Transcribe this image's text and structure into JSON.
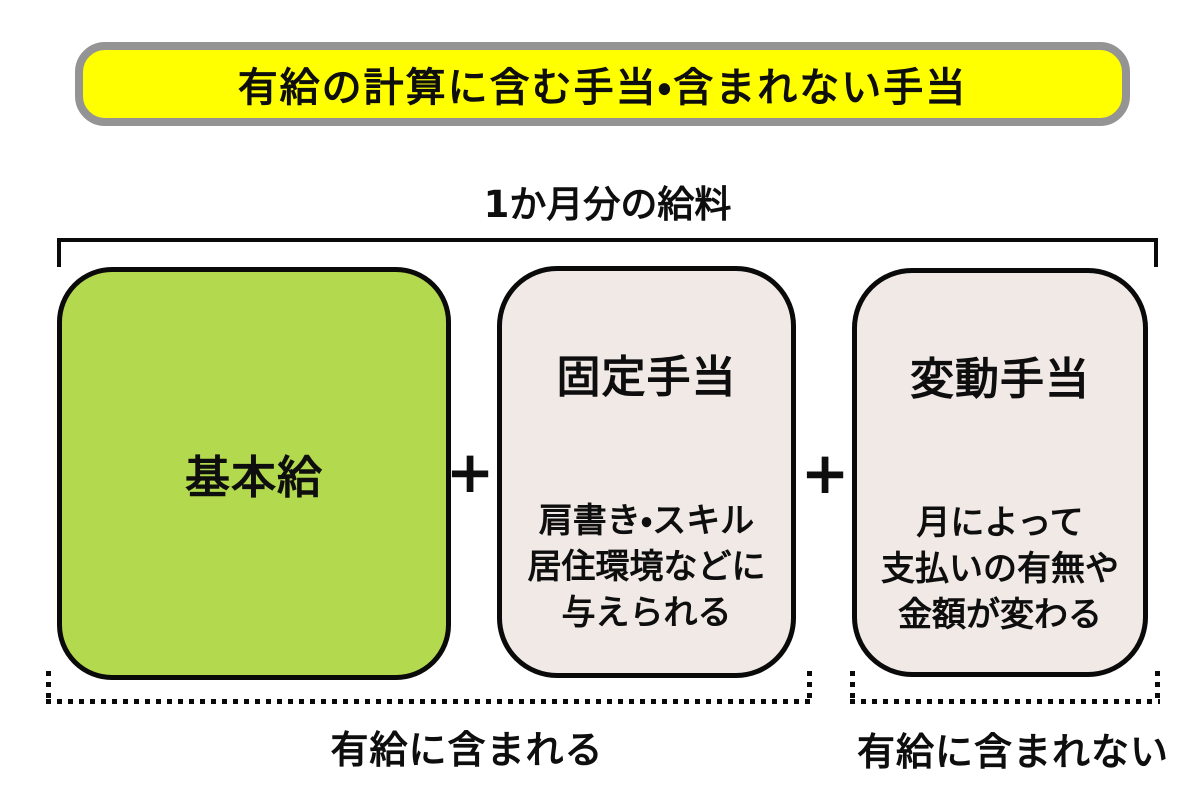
{
  "title": "有給の計算に含む手当・含まれない手当",
  "salary_bracket": {
    "label": "1か月分の給料"
  },
  "boxes": [
    {
      "label": "基本給",
      "fill": "#b3d94e"
    },
    {
      "label": "固定手当",
      "description_lines": [
        "肩書き・スキル",
        "居住環境などに",
        "与えられる"
      ],
      "fill": "#f0e9e6"
    },
    {
      "label": "変動手当",
      "description_lines": [
        "月によって",
        "支払いの有無や",
        "金額が変わる"
      ],
      "fill": "#f0e9e6"
    }
  ],
  "plus_sign": "+",
  "bottom_brackets": {
    "included_label": "有給に含まれる",
    "excluded_label": "有給に含まれない"
  },
  "colors": {
    "background": "#ffffff",
    "banner_fill": "#ffff00",
    "banner_border": "#949494",
    "base_salary_fill": "#b3d94e",
    "allowance_fill": "#f0e9e6",
    "line_and_text": "#0a0a0a"
  }
}
